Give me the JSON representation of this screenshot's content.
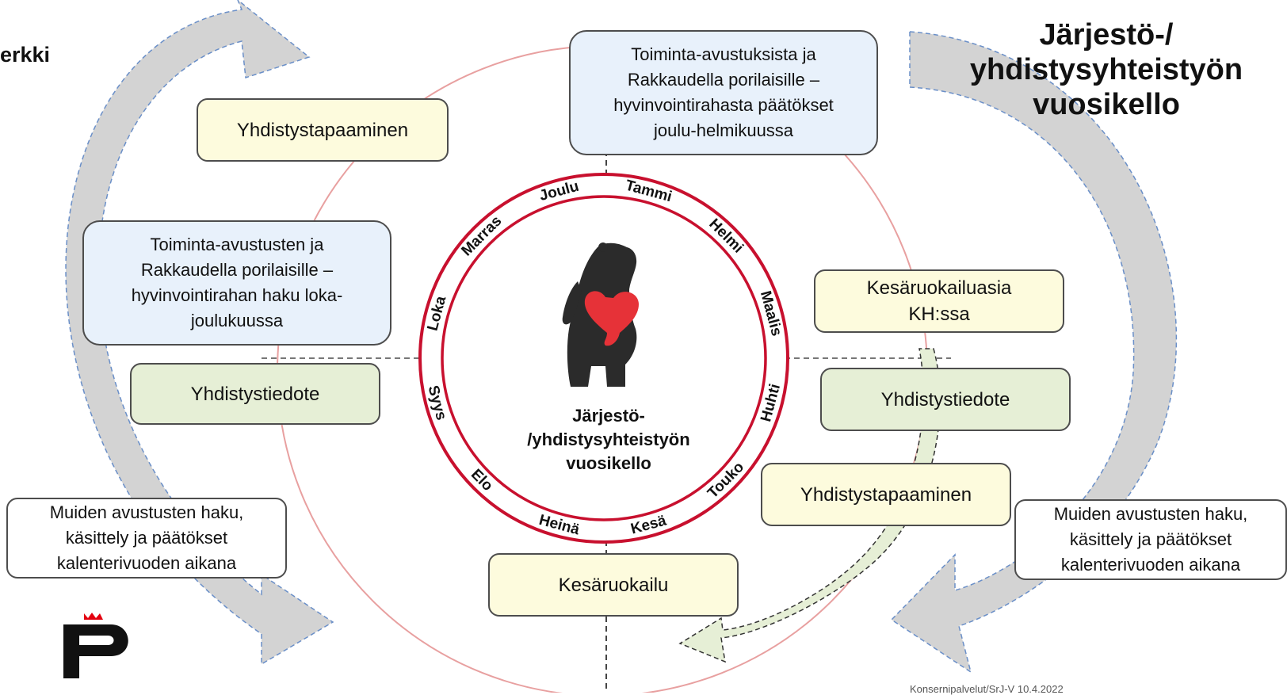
{
  "header": {
    "corner_text": "erkki",
    "title_lines": [
      "Järjestö-/",
      "yhdistysyhteistyön",
      "vuosikello"
    ]
  },
  "center_label_lines": [
    "Järjestö-",
    "/yhdistysyhteistyön",
    "vuosikello"
  ],
  "months": [
    "Tammi",
    "Helmi",
    "Maalis",
    "Huhti",
    "Touko",
    "Kesä",
    "Heinä",
    "Elo",
    "Syys",
    "Loka",
    "Marras",
    "Joulu"
  ],
  "boxes": {
    "top_decision": [
      "Toiminta-avustuksista ja",
      "Rakkaudella porilaisille –",
      "hyvinvointirahasta päätökset",
      "joulu-helmikuussa"
    ],
    "meeting_left": "Yhdistystapaaminen",
    "application_left": [
      "Toiminta-avustusten ja",
      "Rakkaudella porilaisille –",
      "hyvinvointirahan haku loka-",
      "joulukuussa"
    ],
    "bulletin_left": "Yhdistystiedote",
    "other_grants_left": [
      "Muiden avustusten haku,",
      "käsittely ja päätökset",
      "kalenterivuoden aikana"
    ],
    "summer_meal_kh": [
      "Kesäruokailuasia",
      "KH:ssa"
    ],
    "bulletin_right": "Yhdistystiedote",
    "meeting_right": "Yhdistystapaaminen",
    "other_grants_right": [
      "Muiden avustusten haku,",
      "käsittely ja päätökset",
      "kalenterivuoden aikana"
    ],
    "summer_meal": "Kesäruokailu"
  },
  "footer_text": "Konsernipalvelut/SrJ-V 10.4.2022",
  "colors": {
    "ring_red": "#c8102e",
    "outer_circle": "#e8a0a0",
    "arrow_grey": "#c8c8c8",
    "dash_blue": "#6a8fc8",
    "bear": "#2b2b2b",
    "heart": "#e63238",
    "logo_crown": "#e3000f",
    "logo_p": "#111111"
  }
}
